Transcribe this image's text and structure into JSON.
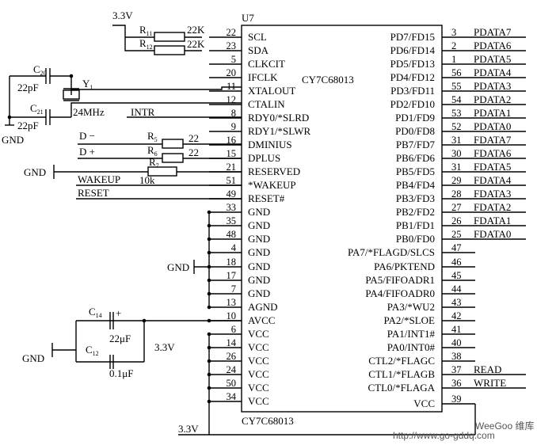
{
  "chip": {
    "ref": "U7",
    "name_inside": "CY7C68013",
    "name_below": "CY7C68013",
    "left_pins": [
      {
        "num": "22",
        "name": "SCL"
      },
      {
        "num": "23",
        "name": "SDA"
      },
      {
        "num": "5",
        "name": "CLKCIT"
      },
      {
        "num": "20",
        "name": "IFCLK"
      },
      {
        "num": "11",
        "name": "XTALOUT"
      },
      {
        "num": "12",
        "name": "CTALIN"
      },
      {
        "num": "8",
        "name": "RDY0/*SLRD"
      },
      {
        "num": "9",
        "name": "RDY1/*SLWR"
      },
      {
        "num": "16",
        "name": "DMINIUS"
      },
      {
        "num": "15",
        "name": "DPLUS"
      },
      {
        "num": "21",
        "name": "RESERVED"
      },
      {
        "num": "51",
        "name": "*WAKEUP"
      },
      {
        "num": "49",
        "name": "RESET#"
      },
      {
        "num": "33",
        "name": "GND"
      },
      {
        "num": "35",
        "name": "GND"
      },
      {
        "num": "48",
        "name": "GND"
      },
      {
        "num": "4",
        "name": "GND"
      },
      {
        "num": "18",
        "name": "GND"
      },
      {
        "num": "17",
        "name": "GND"
      },
      {
        "num": "7",
        "name": "GND"
      },
      {
        "num": "13",
        "name": "AGND"
      },
      {
        "num": "10",
        "name": "AVCC"
      },
      {
        "num": "6",
        "name": "VCC"
      },
      {
        "num": "14",
        "name": "VCC"
      },
      {
        "num": "26",
        "name": "VCC"
      },
      {
        "num": "24",
        "name": "VCC"
      },
      {
        "num": "50",
        "name": "VCC"
      },
      {
        "num": "34",
        "name": "VCC"
      }
    ],
    "right_pins": [
      {
        "num": "3",
        "name": "PD7/FD15",
        "net": "PDATA7"
      },
      {
        "num": "2",
        "name": "PD6/FD14",
        "net": "PDATA6"
      },
      {
        "num": "1",
        "name": "PD5/FD13",
        "net": "PDATA5"
      },
      {
        "num": "56",
        "name": "PD4/FD12",
        "net": "PDATA4"
      },
      {
        "num": "55",
        "name": "PD3/FD11",
        "net": "PDATA3"
      },
      {
        "num": "54",
        "name": "PD2/FD10",
        "net": "PDATA2"
      },
      {
        "num": "53",
        "name": "PD1/FD9",
        "net": "PDATA1"
      },
      {
        "num": "52",
        "name": "PD0/FD8",
        "net": "PDATA0"
      },
      {
        "num": "31",
        "name": "PB7/FD7",
        "net": "FDATA7"
      },
      {
        "num": "30",
        "name": "PB6/FD6",
        "net": "FDATA6"
      },
      {
        "num": "31",
        "name": "PB5/FD5",
        "net": "FDATA5"
      },
      {
        "num": "29",
        "name": "PB4/FD4",
        "net": "FDATA4"
      },
      {
        "num": "28",
        "name": "PB3/FD3",
        "net": "FDATA3"
      },
      {
        "num": "27",
        "name": "PB2/FD2",
        "net": "FDATA2"
      },
      {
        "num": "26",
        "name": "PB1/FD1",
        "net": "FDATA1"
      },
      {
        "num": "25",
        "name": "PB0/FD0",
        "net": "FDATA0"
      },
      {
        "num": "47",
        "name": "PA7/*FLAGD/SLCS",
        "net": ""
      },
      {
        "num": "46",
        "name": "PA6/PKTEND",
        "net": ""
      },
      {
        "num": "45",
        "name": "PA5/FIFOADR1",
        "net": ""
      },
      {
        "num": "44",
        "name": "PA4/FIFOADR0",
        "net": ""
      },
      {
        "num": "43",
        "name": "PA3/*WU2",
        "net": ""
      },
      {
        "num": "42",
        "name": "PA2/*SLOE",
        "net": ""
      },
      {
        "num": "41",
        "name": "PA1/INT1#",
        "net": ""
      },
      {
        "num": "40",
        "name": "PA0/INT0#",
        "net": ""
      },
      {
        "num": "38",
        "name": "CTL2/*FLAGC",
        "net": ""
      },
      {
        "num": "37",
        "name": "CTL1/*FLAGB",
        "net": "READ"
      },
      {
        "num": "36",
        "name": "CTL0/*FLAGA",
        "net": "WRITE"
      },
      {
        "num": "39",
        "name": "VCC",
        "net": ""
      }
    ]
  },
  "left_parts": {
    "supply_top": "3.3V",
    "r11": {
      "letter": "R",
      "sub": "11",
      "value": "22K"
    },
    "r12": {
      "letter": "R",
      "sub": "12",
      "value": "22K"
    },
    "c20": {
      "letter": "C",
      "sub": "20",
      "value": "22pF"
    },
    "c21": {
      "letter": "C",
      "sub": "21",
      "value": "22pF"
    },
    "y1": {
      "letter": "Y",
      "sub": "1",
      "value": "24MHz"
    },
    "gnd_crystal": "GND",
    "intr": "INTR",
    "dminus": "D −",
    "dplus": "D +",
    "r5": {
      "letter": "R",
      "sub": "5",
      "value": "22"
    },
    "r6": {
      "letter": "R",
      "sub": "6",
      "value": "22"
    },
    "r7": {
      "letter": "R",
      "sub": "7",
      "value": "10k"
    },
    "gnd_reserved": "GND",
    "wakeup": "WAKEUP",
    "reset": "RESET",
    "gnd_group": "GND",
    "c14": {
      "letter": "C",
      "sub": "14",
      "value": "22μF",
      "polarity": "+"
    },
    "c12": {
      "letter": "C",
      "sub": "12",
      "value": "0.1μF"
    },
    "gnd_caps": "GND",
    "supply_caps": "3.3V",
    "supply_bottom": "3.3V"
  },
  "watermark": {
    "site": "http://www.go-gddq.com",
    "brand": "WeeGoo 维库"
  }
}
